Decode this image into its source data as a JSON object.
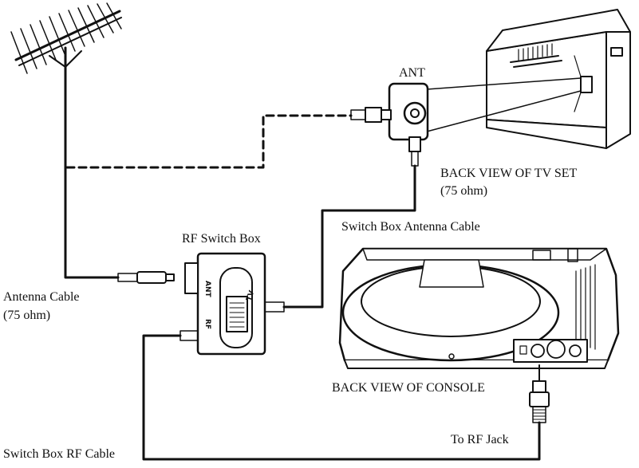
{
  "labels": {
    "ant": "ANT",
    "back_view_tv_set": "BACK VIEW OF TV SET",
    "tv_ohm": "(75 ohm)",
    "switch_box_antenna_cable": "Switch Box Antenna Cable",
    "rf_switch_box": "RF Switch Box",
    "antenna_cable": "Antenna Cable",
    "antenna_ohm": "(75 ohm)",
    "back_view_console": "BACK VIEW OF CONSOLE",
    "to_rf_jack": "To RF Jack",
    "switch_box_rf_cable": "Switch Box RF Cable"
  },
  "switch_box_marks": {
    "ant": "ANT",
    "rf": "RF",
    "tv": "TV"
  }
}
